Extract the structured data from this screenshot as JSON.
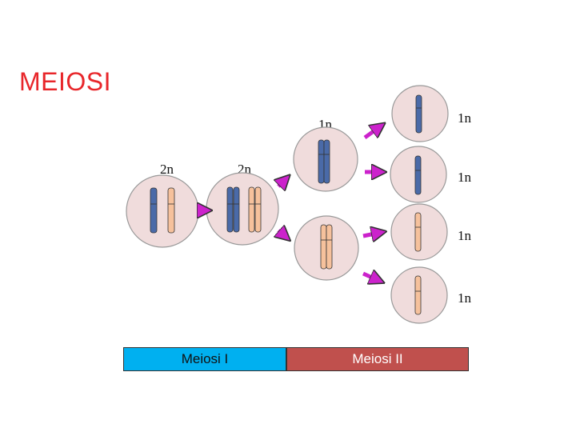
{
  "title": "MEIOSI",
  "labels": {
    "parent_ploidy": "2n",
    "replicated_ploidy": "2n",
    "meiosis1_ploidy": "1n",
    "meiosis2_ploidy": [
      "1n",
      "1n",
      "1n",
      "1n"
    ]
  },
  "phases": {
    "phase1": "Meiosi I",
    "phase2": "Meiosi II"
  },
  "colors": {
    "title": "#e8262a",
    "cell_fill": "#f0dcdc",
    "cell_stroke": "#999999",
    "chromosome_blue": "#4a6aa8",
    "chromosome_peach": "#f6c19c",
    "arrow": "#cc22cc",
    "phase1_bar": "#00b0f0",
    "phase2_bar": "#c0504d"
  }
}
